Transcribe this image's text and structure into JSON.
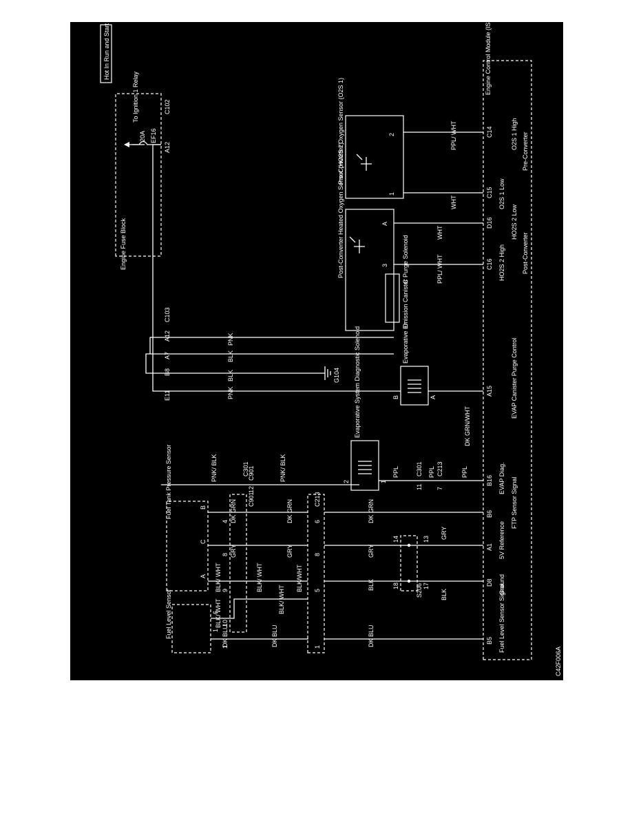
{
  "figure_code": "C42F006A",
  "power": {
    "label": "Hot In Run and Start",
    "relay": "To Ignition 1 Relay",
    "fuse_rating": "20A",
    "fuse_name": "EF16",
    "block": "Engine Fuse Block",
    "conn_c102": "C102",
    "pin_a12": "A12",
    "pin_e11": "E11",
    "pin_b8": "B8",
    "pin_a7": "A7",
    "pin_a12b": "A12",
    "conn_c103": "C103"
  },
  "components": {
    "fuel_level_sensor": "Fuel Level Sensor",
    "fuel_tank_pressure_sensor": "Fuel Tank Pressure Sensor",
    "evap_diag_solenoid": "Evaporative System Diagnostic Solenoid",
    "evap_purge_solenoid": "Evaporative Emission Canister Purge Solenoid",
    "post_converter_sensor": "Post-Converter Heated Oxygen Sensor (HO2S 2)",
    "pre_converter_sensor": "Pre-Converter Oxygen Sensor (O2S 1)",
    "ecm": "Engine Control Module (ISFI 6TD)",
    "splice": "S206",
    "ground": "G104"
  },
  "connectors": {
    "c901": "C901",
    "c901b": "C901",
    "c213": "C213",
    "c301": "C301",
    "c301b": "C301",
    "c213b": "C213"
  },
  "pins": {
    "fls_1": "1",
    "fls_6": "6",
    "fls_10": "10",
    "fls_1b": "1",
    "fts_a": "A",
    "fts_c": "C",
    "fts_b": "B",
    "c901_9": "9",
    "c901_8": "8",
    "c901_4": "4",
    "c901_12": "12",
    "c213_1": "1",
    "c213_5": "5",
    "c213_8": "8",
    "c213_6": "6",
    "s206_18": "18",
    "s206_14": "14",
    "s206_17": "17",
    "s206_13": "13",
    "diag_2": "2",
    "diag_1": "1",
    "diag_11": "11",
    "diag_7": "7",
    "purge_b": "B",
    "purge_a": "A",
    "post_d": "D",
    "post_c": "C",
    "post_3": "3",
    "post_a": "A",
    "pre_1": "1",
    "pre_2": "2"
  },
  "wires": {
    "dkblu1": "DK BLU",
    "dkblu2": "DK BLU",
    "dkblu3": "DK BLU",
    "blkwht1": "BLK/ WHT",
    "blkwht2": "BLK/ WHT",
    "blkwht3": "BLK/ WHT",
    "blkwht4": "BLK/ WHT",
    "blkwht5": "BLK/WHT",
    "blk1": "BLK",
    "blk2": "BLK",
    "gry1": "GRY",
    "gry2": "GRY",
    "gry3": "GRY",
    "gry4": "GRY",
    "dkgrn1": "DK GRN",
    "dkgrn2": "DK GRN",
    "dkgrn3": "DK GRN",
    "pnkblk1": "PNK/ BLK",
    "pnkblk2": "PNK/ BLK",
    "ppl1": "PPL",
    "ppl2": "PPL",
    "ppl3": "PPL",
    "pnk1": "PNK",
    "blk3": "BLK",
    "blk4": "BLK",
    "pnk2": "PNK",
    "dkgrnwht": "DK GRN/WHT",
    "pplwht1": "PPL/ WHT",
    "wht1": "WHT",
    "wht2": "WHT",
    "pplwht2": "PPL/ WHT"
  },
  "ecm_terminals": [
    {
      "pin": "B5",
      "label": "Fuel Level Sensor Signal"
    },
    {
      "pin": "D8",
      "label": "Ground"
    },
    {
      "pin": "A1",
      "label": "5V Reference"
    },
    {
      "pin": "B6",
      "label": "FTP Sensor Signal"
    },
    {
      "pin": "B16",
      "label": "EVAP Diag."
    },
    {
      "pin": "A15",
      "label": "EVAP Canister Purge Control"
    },
    {
      "pin": "C16",
      "label": "HO2S 2 High"
    },
    {
      "pin": "D16",
      "label": "HO2S 2 Low"
    },
    {
      "pin": "C15",
      "label": "O2S 1 Low"
    },
    {
      "pin": "C14",
      "label": "O2S 1 High"
    }
  ],
  "ecm_groups": {
    "post": "Post-Converter",
    "pre": "Pre-Converter"
  }
}
